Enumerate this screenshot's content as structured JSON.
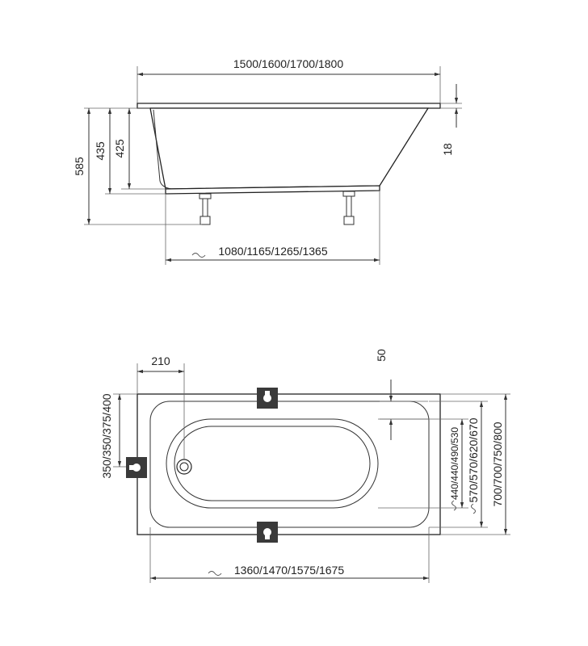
{
  "side_view": {
    "overall_length": "1500/1600/1700/1800",
    "overall_height": "585",
    "height_rim": "435",
    "height_inner": "425",
    "rim_thickness": "18",
    "base_length": "1080/1165/1265/1365"
  },
  "top_view": {
    "offset_left": "210",
    "offset_top": "50",
    "drain_position": "350/350/375/400",
    "inner_width": "440/440/490/530",
    "basin_width": "570/570/620/670",
    "overall_width": "700/700/750/800",
    "inner_length": "1360/1470/1575/1675"
  },
  "colors": {
    "line": "#222222",
    "bracket": "#3a3a3a",
    "background": "#ffffff"
  },
  "icons": [
    "drain-icon",
    "mounting-bracket-icon"
  ]
}
